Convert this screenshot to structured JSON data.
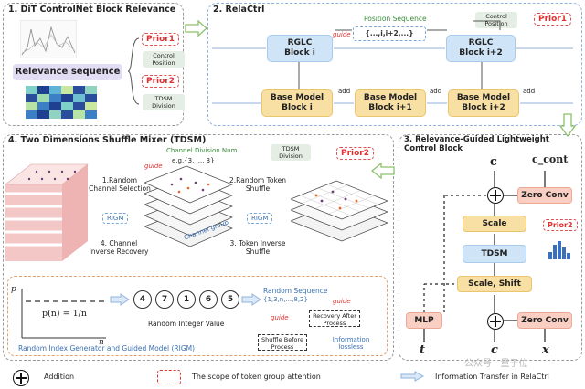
{
  "panel1": {
    "title": "1. DiT ControlNet Block Relevance",
    "relevance_label": "Relevance sequence",
    "prior1": "Prior1",
    "prior1_tag": "Control Position",
    "prior2": "Prior2",
    "prior2_tag": "TDSM Division"
  },
  "panel2": {
    "title": "2. RelaCtrl",
    "position_sequence": "Position Sequence",
    "guide": "guide",
    "sequence_value": "{...,i,i+2,...}",
    "control_position": "Control Position",
    "prior1": "Prior1",
    "rglc_i": "RGLC\nBlock i",
    "rglc_i2": "RGLC\nBlock i+2",
    "base_i": "Base Model\nBlock i",
    "base_i1": "Base Model\nBlock i+1",
    "base_i2": "Base Model\nBlock i+2",
    "add": "add"
  },
  "panel3": {
    "title": "3. Relevance-Guided Lightweight Control Block",
    "c_out": "c",
    "c_cont": "c_cont",
    "zero_conv": "Zero Conv",
    "scale": "Scale",
    "tdsm": "TDSM",
    "prior2": "Prior2",
    "scale_shift": "Scale, Shift",
    "mlp": "MLP",
    "t": "t",
    "c_in": "c",
    "x": "x"
  },
  "panel4": {
    "title": "4. Two Dimensions Shuffle Mixer (TDSM)",
    "tdsm_division": "TDSM Division",
    "prior2": "Prior2",
    "channel_division": "Channel Division Num",
    "channel_eg": "e.g.{3, ..., 3}",
    "guide": "guide",
    "step1": "1.Random Channel Selection",
    "step2": "2.Random Token Shuffle",
    "step3": "3. Token Inverse Shuffle",
    "step4": "4. Channel Inverse Recovery",
    "rigm": "RIGM",
    "channel_group": "Channel group",
    "formula_p": "p",
    "formula": "p(n) = 1/n",
    "formula_n": "n",
    "random_values": [
      "4",
      "7",
      "1",
      "6",
      "5"
    ],
    "random_integer_label": "Random Integer Value",
    "random_sequence": "Random Sequence",
    "random_sequence_value": "{1,3,n,...,8,2}",
    "recovery_after": "Recovery After Process",
    "shuffle_before": "Shuffle Before Process",
    "info_lossless": "Information lossless",
    "rigm_full": "Random Index Generator and Guided Model (RIGM)"
  },
  "legend": {
    "addition": "Addition",
    "scope": "The scope of token group attention",
    "info_transfer": "Information Transfer in RelaCtrl"
  },
  "watermark": "公众号 · 量子位"
}
